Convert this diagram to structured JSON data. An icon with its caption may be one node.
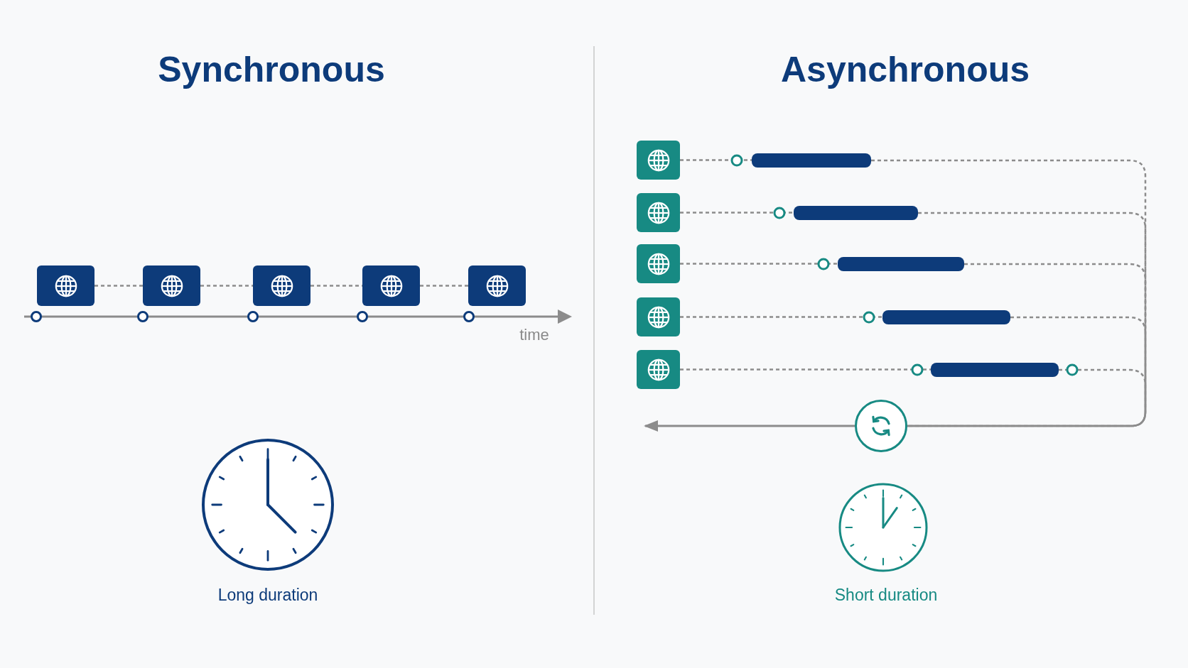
{
  "diagram": {
    "nodes": [
      {
        "text": [],
        "shape": "box"
      },
      {
        "text": [],
        "shape": "box"
      },
      {
        "text": [],
        "shape": "box"
      },
      {
        "text": [],
        "shape": "box"
      },
      {
        "text": [],
        "shape": "box"
      },
      {
        "text": [],
        "shape": "box"
      },
      {
        "text": [],
        "shape": "box"
      },
      {
        "text": [],
        "shape": "box"
      },
      {
        "text": [],
        "shape": "box"
      },
      {
        "text": [],
        "shape": "box"
      },
      {
        "text": [],
        "shape": "circle"
      },
      {
        "text": [],
        "shape": "bar"
      },
      {
        "text": [],
        "shape": "bar"
      },
      {
        "text": [],
        "shape": "bar"
      },
      {
        "text": [],
        "shape": "bar"
      },
      {
        "text": [],
        "shape": "bar"
      }
    ],
    "edges": [
      {
        "from": 0,
        "to": 1,
        "arrow": "none",
        "style": "dashed"
      },
      {
        "from": 1,
        "to": 2,
        "arrow": "none",
        "style": "dashed"
      },
      {
        "from": 2,
        "to": 3,
        "arrow": "none",
        "style": "dashed"
      },
      {
        "from": 3,
        "to": 4,
        "arrow": "none",
        "style": "dashed"
      },
      {
        "from": 5,
        "to": 11,
        "arrow": "none",
        "style": "dashed"
      },
      {
        "from": 6,
        "to": 12,
        "arrow": "none",
        "style": "dashed"
      },
      {
        "from": 7,
        "to": 13,
        "arrow": "none",
        "style": "dashed"
      },
      {
        "from": 8,
        "to": 14,
        "arrow": "none",
        "style": "dashed"
      },
      {
        "from": 9,
        "to": 15,
        "arrow": "none",
        "style": "dashed"
      },
      {
        "from": 11,
        "to": 10,
        "arrow": "none",
        "style": "dashed"
      },
      {
        "from": 12,
        "to": 10,
        "arrow": "none",
        "style": "dashed"
      },
      {
        "from": 13,
        "to": 10,
        "arrow": "none",
        "style": "dashed"
      },
      {
        "from": 14,
        "to": 10,
        "arrow": "none",
        "style": "dashed"
      },
      {
        "from": 15,
        "to": 10,
        "arrow": "none",
        "style": "dashed"
      },
      {
        "from": 10,
        "to": null,
        "arrow": "to"
      }
    ],
    "labels": [
      "Synchronous",
      "Asynchronous",
      "time",
      "Long duration",
      "Short duration"
    ]
  }
}
